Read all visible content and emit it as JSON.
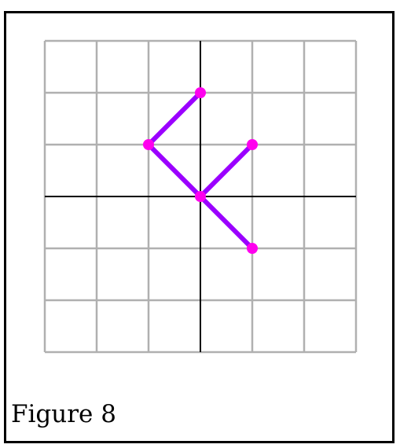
{
  "caption": "Figure 8",
  "colors": {
    "grid": "#b0b0b0",
    "axis": "#000000",
    "segment": "#9b00ff",
    "point": "#ff00ee",
    "frame": "#000000"
  },
  "grid": {
    "x_range": [
      -3,
      3
    ],
    "y_range": [
      -3,
      3
    ],
    "step": 1
  },
  "segments": [
    {
      "from": [
        0,
        2
      ],
      "to": [
        -1,
        1
      ]
    },
    {
      "from": [
        -1,
        1
      ],
      "to": [
        0,
        0
      ]
    },
    {
      "from": [
        0,
        0
      ],
      "to": [
        1,
        1
      ]
    },
    {
      "from": [
        0,
        0
      ],
      "to": [
        1,
        -1
      ]
    }
  ],
  "points": [
    [
      0,
      2
    ],
    [
      -1,
      1
    ],
    [
      1,
      1
    ],
    [
      0,
      0
    ],
    [
      1,
      -1
    ]
  ]
}
